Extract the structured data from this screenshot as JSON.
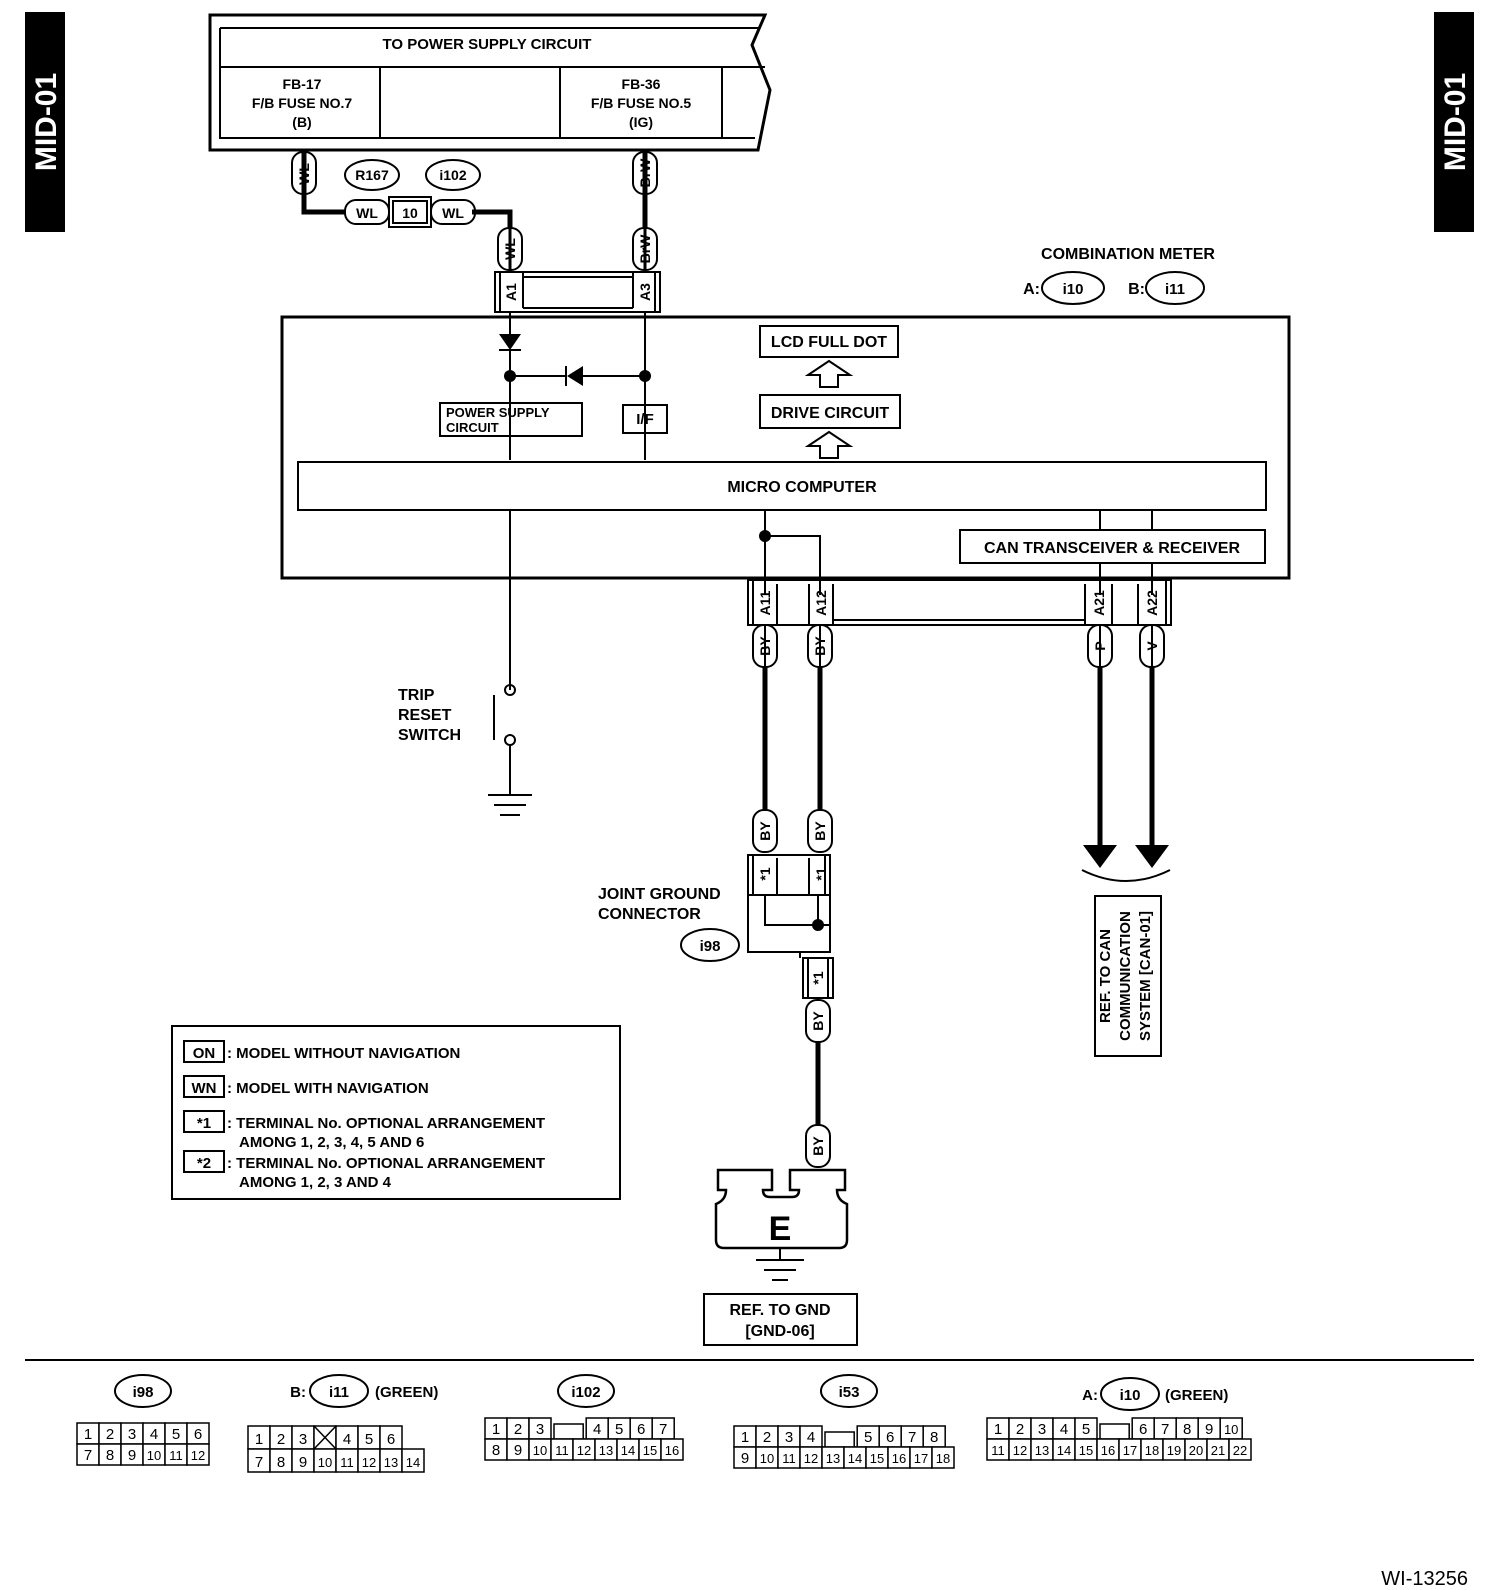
{
  "page": {
    "tag": "MID-01",
    "figure_id": "WI-13256"
  },
  "power_supply": {
    "title": "TO POWER SUPPLY CIRCUIT",
    "fuse_left": {
      "line1": "FB-17",
      "line2": "F/B FUSE NO.7",
      "line3": "(B)"
    },
    "fuse_right": {
      "line1": "FB-36",
      "line2": "F/B FUSE NO.5",
      "line3": "(IG)"
    }
  },
  "wires": {
    "wl": "WL",
    "brw": "BrW",
    "by": "BY",
    "p": "P",
    "v": "V",
    "pin10": "10"
  },
  "connectors": {
    "r167": "R167",
    "i102": "i102"
  },
  "meter": {
    "title": "COMBINATION METER",
    "a_prefix": "A:",
    "a_id": "i10",
    "b_prefix": "B:",
    "b_id": "i11",
    "lcd": "LCD FULL DOT",
    "drive": "DRIVE CIRCUIT",
    "power_supply_l1": "POWER SUPPLY",
    "power_supply_l2": "CIRCUIT",
    "if": "I/F",
    "micro": "MICRO COMPUTER",
    "can": "CAN TRANSCEIVER & RECEIVER",
    "terms": {
      "a1": "A1",
      "a3": "A3",
      "a11": "A11",
      "a12": "A12",
      "a21": "A21",
      "a22": "A22"
    }
  },
  "trip_switch": {
    "l1": "TRIP",
    "l2": "RESET",
    "l3": "SWITCH"
  },
  "joint_ground": {
    "l1": "JOINT GROUND",
    "l2": "CONNECTOR",
    "id": "i98",
    "term": "*1"
  },
  "ground": {
    "letter": "E",
    "ref_l1": "REF. TO GND",
    "ref_l2": "[GND-06]"
  },
  "can_ref": {
    "l1": "REF. TO CAN",
    "l2": "COMMUNICATION",
    "l3": "SYSTEM [CAN-01]"
  },
  "legend": [
    {
      "key": "ON",
      "l1": ": MODEL WITHOUT NAVIGATION",
      "l2": ""
    },
    {
      "key": "WN",
      "l1": ": MODEL WITH NAVIGATION",
      "l2": ""
    },
    {
      "key": "*1",
      "l1": ": TERMINAL No. OPTIONAL ARRANGEMENT",
      "l2": "AMONG 1, 2, 3, 4, 5 AND 6"
    },
    {
      "key": "*2",
      "l1": ": TERMINAL No. OPTIONAL ARRANGEMENT",
      "l2": "AMONG 1, 2, 3 AND 4"
    }
  ],
  "pinouts": {
    "i98": {
      "id": "i98",
      "rows": [
        [
          "1",
          "2",
          "3",
          "4",
          "5",
          "6"
        ],
        [
          "7",
          "8",
          "9",
          "10",
          "11",
          "12"
        ]
      ]
    },
    "i11": {
      "prefix": "B:",
      "id": "i11",
      "note": "(GREEN)",
      "rows": [
        [
          "1",
          "2",
          "3",
          "",
          "4",
          "5",
          "6"
        ],
        [
          "7",
          "8",
          "9",
          "10",
          "11",
          "12",
          "13",
          "14"
        ]
      ]
    },
    "i102": {
      "id": "i102",
      "rows": [
        [
          "1",
          "2",
          "3",
          "",
          "4",
          "5",
          "6",
          "7"
        ],
        [
          "8",
          "9",
          "10",
          "11",
          "12",
          "13",
          "14",
          "15",
          "16"
        ]
      ]
    },
    "i53": {
      "id": "i53",
      "rows": [
        [
          "1",
          "2",
          "3",
          "4",
          "",
          "5",
          "6",
          "7",
          "8"
        ],
        [
          "9",
          "10",
          "11",
          "12",
          "13",
          "14",
          "15",
          "16",
          "17",
          "18"
        ]
      ]
    },
    "i10": {
      "prefix": "A:",
      "id": "i10",
      "note": "(GREEN)",
      "rows": [
        [
          "1",
          "2",
          "3",
          "4",
          "5",
          "",
          "6",
          "7",
          "8",
          "9",
          "10"
        ],
        [
          "11",
          "12",
          "13",
          "14",
          "15",
          "16",
          "17",
          "18",
          "19",
          "20",
          "21",
          "22"
        ]
      ]
    }
  }
}
